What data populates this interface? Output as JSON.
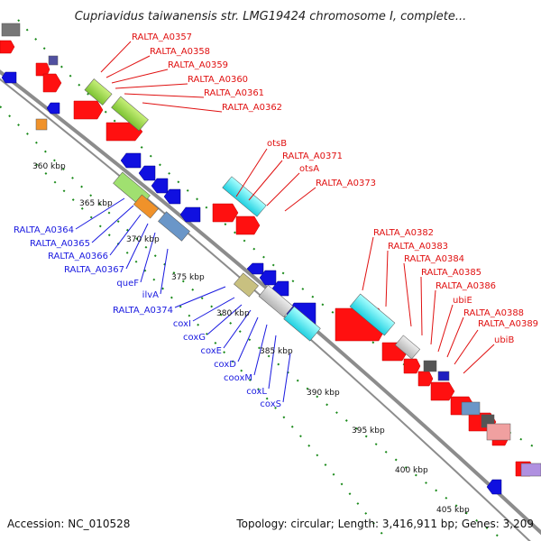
{
  "title": "Cupriavidus taiwanensis str. LMG19424 chromosome I, complete...",
  "footer": {
    "accession": "Accession: NC_010528",
    "summary": "Topology: circular; Length: 3,416,911 bp; Genes: 3,209"
  },
  "kbp_ticks": [
    "360 kbp",
    "365 kbp",
    "370 kbp",
    "375 kbp",
    "380 kbp",
    "385 kbp",
    "390 kbp",
    "395 kbp",
    "400 kbp",
    "405 kbp"
  ],
  "forward_labels": [
    "RALTA_A0357",
    "RALTA_A0358",
    "RALTA_A0359",
    "RALTA_A0360",
    "RALTA_A0361",
    "RALTA_A0362",
    "otsB",
    "RALTA_A0371",
    "otsA",
    "RALTA_A0373",
    "RALTA_A0382",
    "RALTA_A0383",
    "RALTA_A0384",
    "RALTA_A0385",
    "RALTA_A0386",
    "ubiE",
    "RALTA_A0388",
    "RALTA_A0389",
    "ubiB"
  ],
  "reverse_labels": [
    "RALTA_A0364",
    "RALTA_A0365",
    "RALTA_A0366",
    "RALTA_A0367",
    "queF",
    "ilvA",
    "RALTA_A0374",
    "coxI",
    "coxG",
    "coxE",
    "coxD",
    "cooxM",
    "coxL",
    "coxS"
  ],
  "colors": {
    "forward_gene": "#ff1010",
    "reverse_gene": "#1010e0",
    "backbone": "#8c8c8c",
    "tick_green": "#1a8a1a",
    "forward_label": "#e01010",
    "reverse_label": "#1a1ae0"
  }
}
